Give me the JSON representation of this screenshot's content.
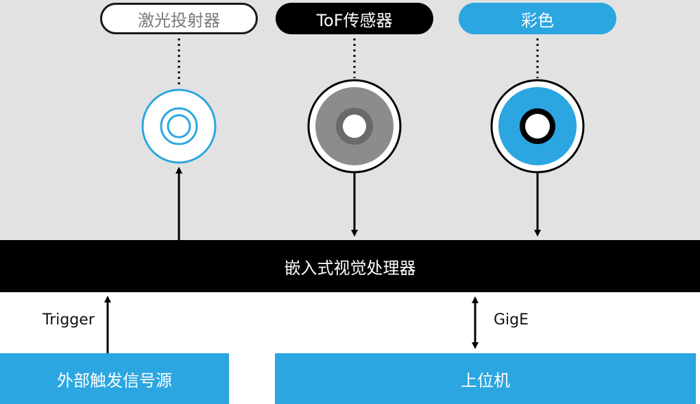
{
  "top_labels": {
    "laser": "激光投射器",
    "tof": "ToF传感器",
    "color": "彩色"
  },
  "processor": "嵌入式视觉处理器",
  "trigger_source": "外部触发信号源",
  "host": "上位机",
  "edges": {
    "trigger": "Trigger",
    "gige": "GigE"
  },
  "colors": {
    "accent_blue": "#2ba6e1",
    "panel_gray": "#e2e2e2",
    "tof_gray": "#8c8c8c"
  }
}
